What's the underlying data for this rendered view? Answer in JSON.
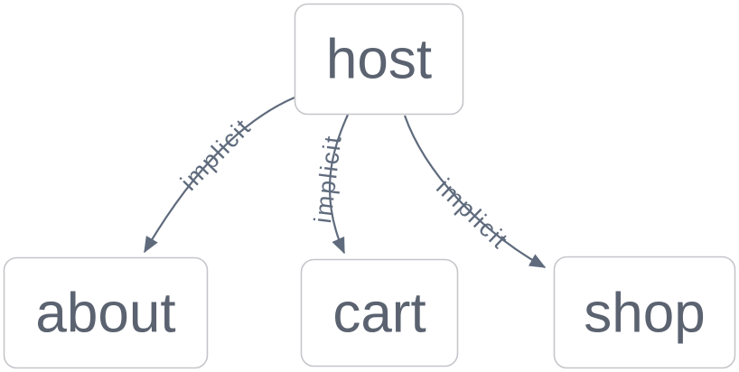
{
  "diagram": {
    "type": "graph",
    "direction": "top-down",
    "nodes": [
      {
        "id": "host",
        "label": "host"
      },
      {
        "id": "about",
        "label": "about"
      },
      {
        "id": "cart",
        "label": "cart"
      },
      {
        "id": "shop",
        "label": "shop"
      }
    ],
    "edges": [
      {
        "from": "host",
        "to": "about",
        "label": "implicit"
      },
      {
        "from": "host",
        "to": "cart",
        "label": "implicit"
      },
      {
        "from": "host",
        "to": "shop",
        "label": "implicit"
      }
    ],
    "colors": {
      "background": "#ffffff",
      "node_fill": "#ffffff",
      "node_border": "#c5c6ca",
      "node_text": "#5b6270",
      "edge": "#5f6b7d"
    }
  }
}
